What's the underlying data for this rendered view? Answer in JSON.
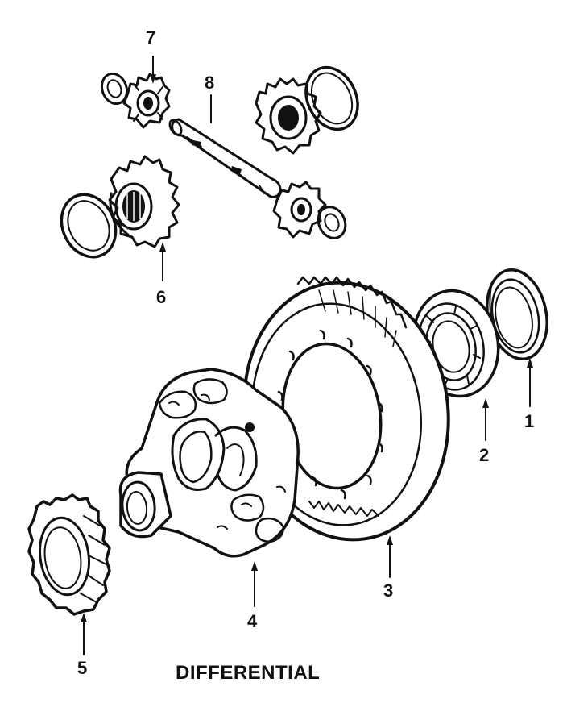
{
  "diagram": {
    "title": "DIFFERENTIAL",
    "callouts": [
      {
        "id": "1",
        "label": "1"
      },
      {
        "id": "2",
        "label": "2"
      },
      {
        "id": "3",
        "label": "3"
      },
      {
        "id": "4",
        "label": "4"
      },
      {
        "id": "5",
        "label": "5"
      },
      {
        "id": "6",
        "label": "6"
      },
      {
        "id": "7",
        "label": "7"
      },
      {
        "id": "8",
        "label": "8"
      }
    ],
    "ink_color": "#111111",
    "background_color": "#ffffff"
  }
}
